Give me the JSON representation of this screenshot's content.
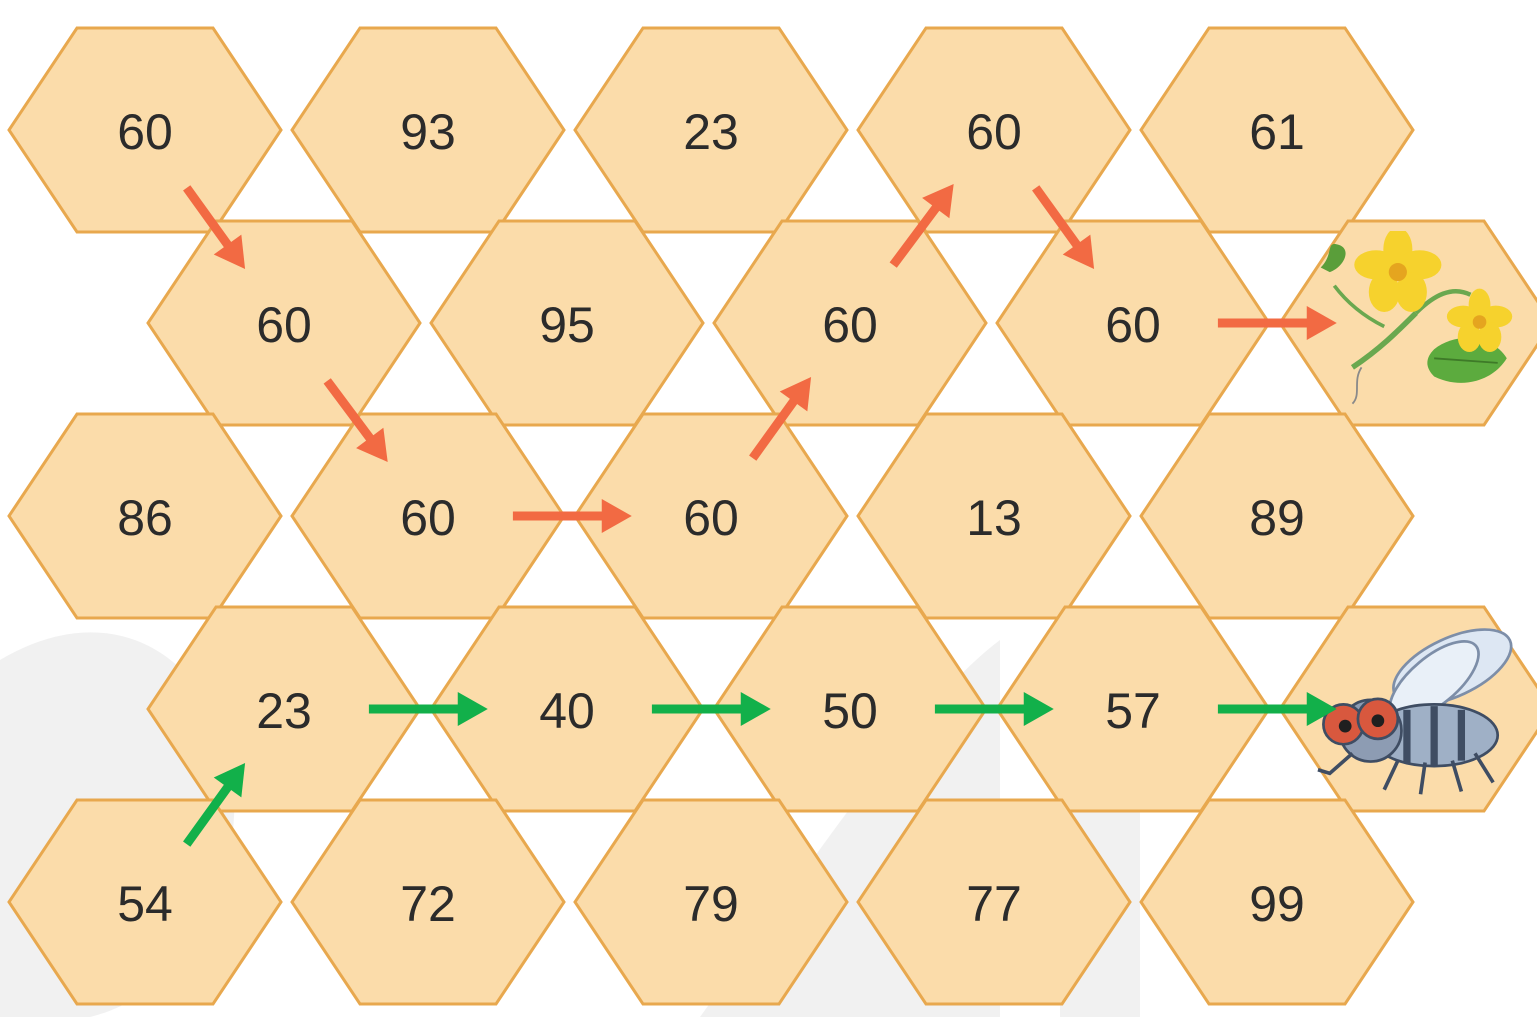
{
  "puzzle": {
    "cells": [
      {
        "row": 0,
        "col": 0,
        "value": "60"
      },
      {
        "row": 0,
        "col": 1,
        "value": "93"
      },
      {
        "row": 0,
        "col": 2,
        "value": "23"
      },
      {
        "row": 0,
        "col": 3,
        "value": "60"
      },
      {
        "row": 0,
        "col": 4,
        "value": "61"
      },
      {
        "row": 1,
        "col": 0,
        "value": "60"
      },
      {
        "row": 1,
        "col": 1,
        "value": "95"
      },
      {
        "row": 1,
        "col": 2,
        "value": "60"
      },
      {
        "row": 1,
        "col": 3,
        "value": "60"
      },
      {
        "row": 1,
        "col": 4,
        "value": "",
        "picture": "flower"
      },
      {
        "row": 2,
        "col": 0,
        "value": "86"
      },
      {
        "row": 2,
        "col": 1,
        "value": "60"
      },
      {
        "row": 2,
        "col": 2,
        "value": "60"
      },
      {
        "row": 2,
        "col": 3,
        "value": "13"
      },
      {
        "row": 2,
        "col": 4,
        "value": "89"
      },
      {
        "row": 3,
        "col": 0,
        "value": "23"
      },
      {
        "row": 3,
        "col": 1,
        "value": "40"
      },
      {
        "row": 3,
        "col": 2,
        "value": "50"
      },
      {
        "row": 3,
        "col": 3,
        "value": "57"
      },
      {
        "row": 3,
        "col": 4,
        "value": "",
        "picture": "fly"
      },
      {
        "row": 4,
        "col": 0,
        "value": "54"
      },
      {
        "row": 4,
        "col": 1,
        "value": "72"
      },
      {
        "row": 4,
        "col": 2,
        "value": "79"
      },
      {
        "row": 4,
        "col": 3,
        "value": "77"
      },
      {
        "row": 4,
        "col": 4,
        "value": "99"
      }
    ],
    "paths": [
      {
        "name": "orange-path",
        "color": "#f26a43",
        "steps": [
          [
            0,
            0
          ],
          [
            1,
            0
          ],
          [
            2,
            1
          ],
          [
            2,
            2
          ],
          [
            1,
            2
          ],
          [
            0,
            3
          ],
          [
            1,
            3
          ],
          [
            1,
            4
          ]
        ]
      },
      {
        "name": "green-path",
        "color": "#12b04a",
        "steps": [
          [
            4,
            0
          ],
          [
            3,
            0
          ],
          [
            3,
            1
          ],
          [
            3,
            2
          ],
          [
            3,
            3
          ],
          [
            3,
            4
          ]
        ]
      }
    ],
    "icons": {
      "flower": "flower-icon",
      "fly": "fly-icon"
    },
    "colors": {
      "hex_fill": "#fbdcaa",
      "hex_border": "#e8a84e",
      "number": "#2b2b2b"
    }
  }
}
